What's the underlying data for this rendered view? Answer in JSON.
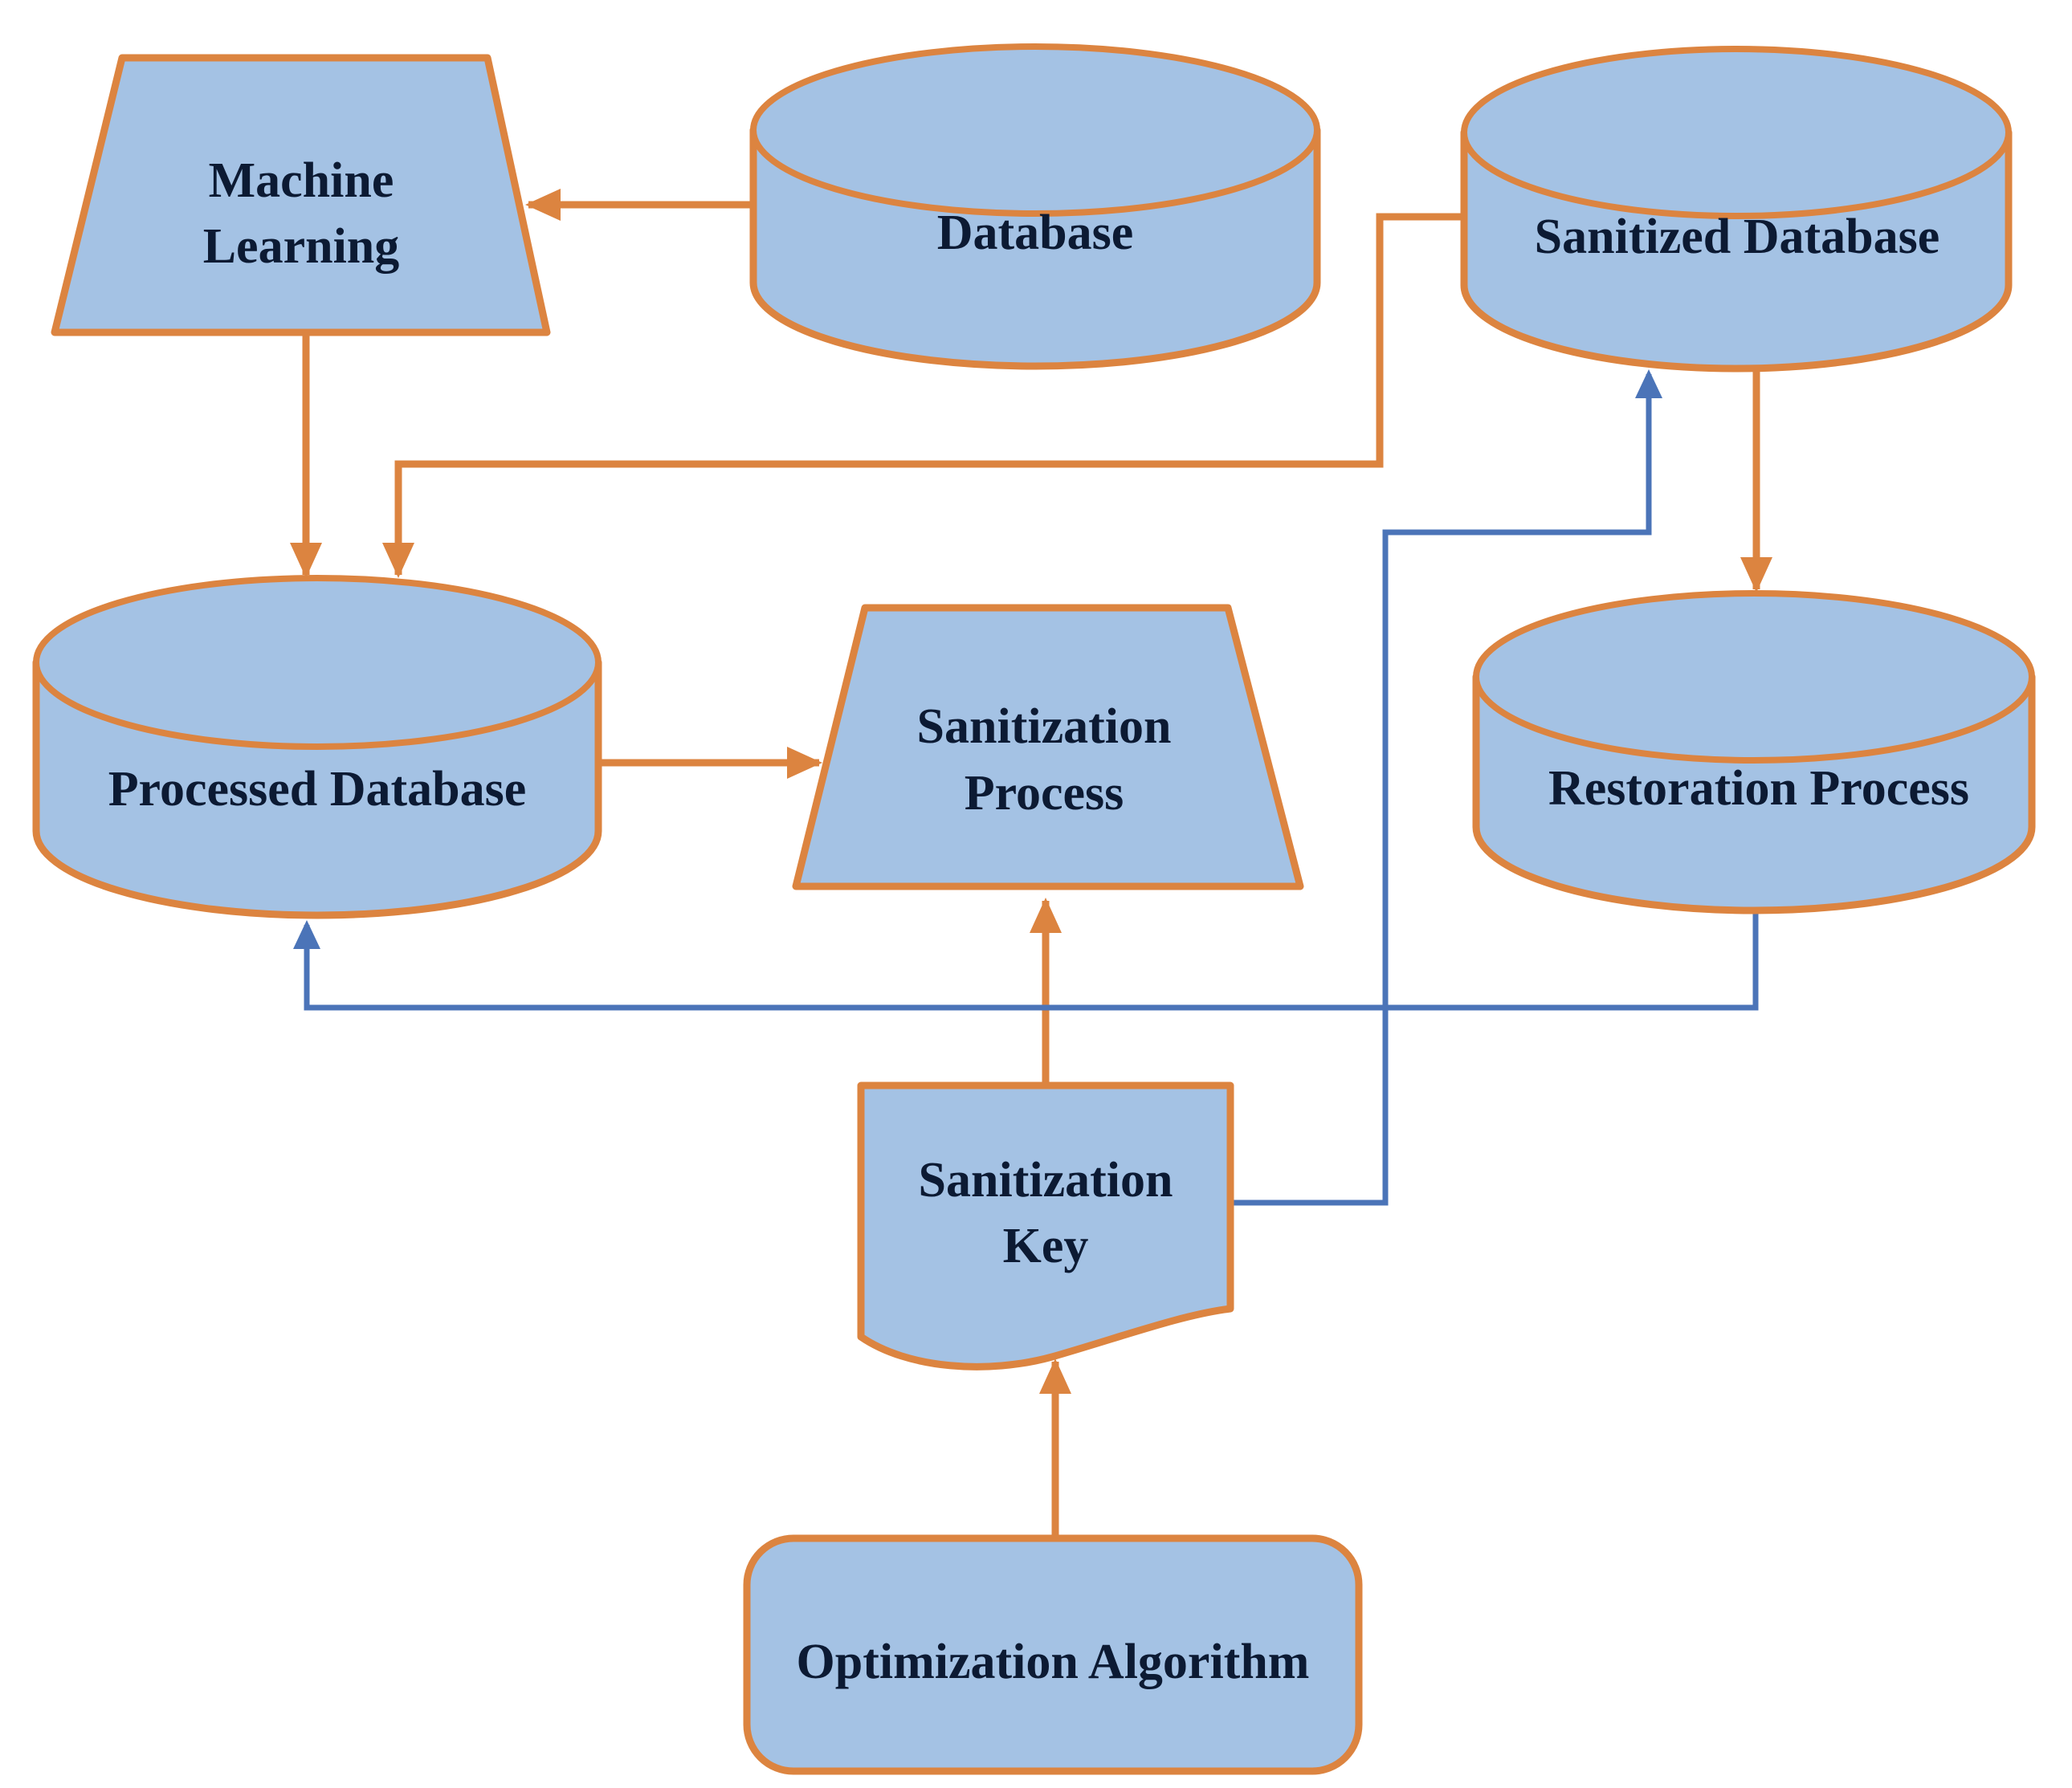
{
  "diagram": {
    "title": "Database sanitization and restoration flow diagram",
    "background": "#ffffff",
    "colors": {
      "node_fill": "#A4C2E4",
      "node_stroke": "#DC8440",
      "arrow_orange": "#DC8440",
      "arrow_blue": "#4B74B8",
      "label_text": "#0C1A33"
    },
    "nodes": {
      "machine_learning": {
        "label": "Machine Learning",
        "line1": "Machine",
        "line2": "Learning",
        "shape": "trapezoid"
      },
      "database": {
        "label": "Database",
        "shape": "cylinder"
      },
      "sanitized_database": {
        "label": "Sanitized Database",
        "shape": "cylinder"
      },
      "processed_database": {
        "label": "Processed Database",
        "shape": "cylinder"
      },
      "sanitization_process": {
        "label": "Sanitization Process",
        "line1": "Sanitization",
        "line2": "Process",
        "shape": "trapezoid"
      },
      "restoration_process": {
        "label": "Restoration Process",
        "shape": "cylinder"
      },
      "sanitization_key": {
        "label": "Sanitization Key",
        "line1": "Sanitization",
        "line2": "Key",
        "shape": "document"
      },
      "optimization_algorithm": {
        "label": "Optimization Algorithm",
        "shape": "rounded-rectangle"
      }
    },
    "edges": [
      {
        "from": "database",
        "to": "machine_learning",
        "color": "orange"
      },
      {
        "from": "machine_learning",
        "to": "processed_database",
        "color": "orange"
      },
      {
        "from": "sanitized_database",
        "to": "processed_database",
        "color": "orange"
      },
      {
        "from": "processed_database",
        "to": "sanitization_process",
        "color": "orange"
      },
      {
        "from": "sanitized_database",
        "to": "restoration_process",
        "color": "orange"
      },
      {
        "from": "sanitization_key",
        "to": "sanitization_process",
        "color": "orange"
      },
      {
        "from": "optimization_algorithm",
        "to": "sanitization_key",
        "color": "orange"
      },
      {
        "from": "restoration_process",
        "to": "processed_database",
        "color": "blue"
      },
      {
        "from": "sanitization_key",
        "to": "sanitized_database",
        "color": "blue"
      }
    ]
  }
}
